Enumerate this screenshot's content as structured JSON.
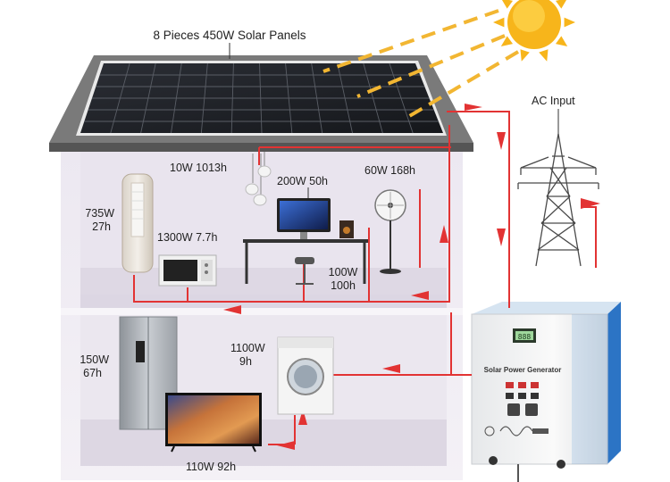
{
  "title": "8 Pieces 450W Solar Panels",
  "grid_label": "AC Input",
  "generator": {
    "name": "Solar Power Generator",
    "display": "888"
  },
  "appliances": [
    {
      "id": "lamp",
      "text": "10W 1013h"
    },
    {
      "id": "computer",
      "text": "200W 50h"
    },
    {
      "id": "fan",
      "text": "60W 168h"
    },
    {
      "id": "ac",
      "line1": "735W",
      "line2": "27h"
    },
    {
      "id": "microwave",
      "text": "1300W 7.7h"
    },
    {
      "id": "speaker",
      "line1": "100W",
      "line2": "100h"
    },
    {
      "id": "fridge",
      "line1": "150W",
      "line2": "67h"
    },
    {
      "id": "washer",
      "line1": "1100W",
      "line2": "9h"
    },
    {
      "id": "tv",
      "text": "110W 92h"
    }
  ],
  "colors": {
    "wire": "#e23333",
    "sun": "#f7b51b",
    "ray": "#f2b632",
    "roof": "#6f6f6f",
    "panel": "#1d1f24",
    "wall": "#ede9f1",
    "floor": "#dcd6e3",
    "generator_body": "#f1f2f3",
    "generator_top": "#2f7fd0"
  }
}
